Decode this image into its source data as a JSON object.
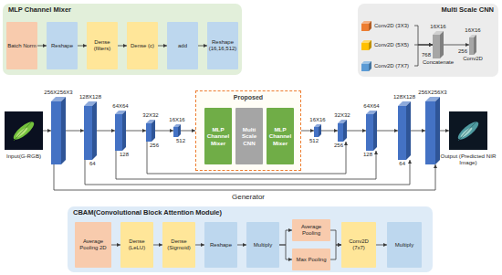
{
  "diagram": {
    "nodes": [
      {
        "text": [
          "MLP Channel Mixer"
        ]
      },
      {
        "text": [
          "Batch Norm"
        ],
        "in": 0
      },
      {
        "text": [
          "Reshape"
        ],
        "in": 0
      },
      {
        "text": [
          "Dense (filters)"
        ],
        "in": 0
      },
      {
        "text": [
          "Dense (c)"
        ],
        "in": 0
      },
      {
        "text": [
          "add"
        ],
        "in": 0
      },
      {
        "text": [
          "Reshape (16,16,512)"
        ],
        "in": 0
      },
      {
        "text": [
          "Multi Scale CNN"
        ]
      },
      {
        "text": [
          "Conv2D (3X3)"
        ],
        "in": 7
      },
      {
        "text": [
          "Conv2D (5X5)"
        ],
        "in": 7
      },
      {
        "text": [
          "Conv2D (7X7)"
        ],
        "in": 7
      },
      {
        "text": [
          "16X16",
          "768",
          "Concatenate"
        ],
        "in": 7
      },
      {
        "text": [
          "16X16",
          "256",
          "Conv2D"
        ],
        "in": 7
      },
      {
        "text": [
          "Input(G-RGB)"
        ]
      },
      {
        "text": [
          "256X256X3"
        ]
      },
      {
        "text": [
          "128X128",
          "64"
        ]
      },
      {
        "text": [
          "64X64",
          "128"
        ]
      },
      {
        "text": [
          "32X32",
          "256"
        ]
      },
      {
        "text": [
          "16X16",
          "512"
        ]
      },
      {
        "text": [
          "Proposed"
        ]
      },
      {
        "text": [
          "MLP Channel Mixer"
        ],
        "in": 19
      },
      {
        "text": [
          "Multi Scale CNN"
        ],
        "in": 19
      },
      {
        "text": [
          "MLP Channel Mixer"
        ],
        "in": 19
      },
      {
        "text": [
          "16X16",
          "512"
        ]
      },
      {
        "text": [
          "32X32",
          "256"
        ]
      },
      {
        "text": [
          "64X64",
          "128"
        ]
      },
      {
        "text": [
          "128X128",
          "64"
        ]
      },
      {
        "text": [
          "256X256X3"
        ]
      },
      {
        "text": [
          "Output (Predicted NIR Image)"
        ]
      },
      {
        "text": [
          "CBAM(Convolutional Block Attention Module)"
        ]
      },
      {
        "text": [
          "Average Pooling 2D"
        ],
        "in": 29
      },
      {
        "text": [
          "Dense (LeLU)"
        ],
        "in": 29
      },
      {
        "text": [
          "Dense (Sigmoid)"
        ],
        "in": 29
      },
      {
        "text": [
          "Reshape"
        ],
        "in": 29
      },
      {
        "text": [
          "Multiply"
        ],
        "in": 29
      },
      {
        "text": [
          "Average Pooling"
        ],
        "in": 29
      },
      {
        "text": [
          "Max Pooling"
        ],
        "in": 29
      },
      {
        "text": [
          "Conv2D (7x7)"
        ],
        "in": 29
      },
      {
        "text": [
          "Multiply"
        ],
        "in": 29
      }
    ],
    "edges": [
      {
        "from": 1,
        "to": 2,
        "arrow": "to"
      },
      {
        "from": 2,
        "to": 3,
        "arrow": "to"
      },
      {
        "from": 3,
        "to": 4,
        "arrow": "to"
      },
      {
        "from": 4,
        "to": 5,
        "arrow": "to"
      },
      {
        "from": 5,
        "to": 6,
        "arrow": "to"
      },
      {
        "from": 8,
        "to": 11,
        "arrow": "to"
      },
      {
        "from": 9,
        "to": 11,
        "arrow": "to"
      },
      {
        "from": 10,
        "to": 11,
        "arrow": "to"
      },
      {
        "from": 11,
        "to": 12,
        "arrow": "to"
      },
      {
        "from": 13,
        "to": 14,
        "arrow": "to"
      },
      {
        "from": 14,
        "to": 15,
        "arrow": "to"
      },
      {
        "from": 15,
        "to": 16,
        "arrow": "to"
      },
      {
        "from": 16,
        "to": 17,
        "arrow": "to"
      },
      {
        "from": 17,
        "to": 18,
        "arrow": "to"
      },
      {
        "from": 18,
        "to": 19,
        "arrow": "to"
      },
      {
        "from": 19,
        "to": 23,
        "arrow": "to"
      },
      {
        "from": 23,
        "to": 24,
        "arrow": "to"
      },
      {
        "from": 24,
        "to": 25,
        "arrow": "to"
      },
      {
        "from": 25,
        "to": 26,
        "arrow": "to"
      },
      {
        "from": 26,
        "to": 27,
        "arrow": "to"
      },
      {
        "from": 27,
        "to": 28,
        "arrow": "to"
      },
      {
        "from": 14,
        "to": 27,
        "arrow": "to"
      },
      {
        "from": 15,
        "to": 26,
        "arrow": "to"
      },
      {
        "from": 16,
        "to": 25,
        "arrow": "to"
      },
      {
        "from": 17,
        "to": 24,
        "arrow": "to"
      },
      {
        "from": 30,
        "to": 31,
        "arrow": "to"
      },
      {
        "from": 31,
        "to": 32,
        "arrow": "to"
      },
      {
        "from": 32,
        "to": 33,
        "arrow": "to"
      },
      {
        "from": 33,
        "to": 34,
        "arrow": "to"
      },
      {
        "from": 34,
        "to": 35,
        "arrow": "to"
      },
      {
        "from": 34,
        "to": 36,
        "arrow": "to"
      },
      {
        "from": 35,
        "to": 37,
        "arrow": "to"
      },
      {
        "from": 36,
        "to": 37,
        "arrow": "to"
      },
      {
        "from": 37,
        "to": 38,
        "arrow": "to"
      }
    ],
    "labels": [
      "Generator"
    ]
  }
}
